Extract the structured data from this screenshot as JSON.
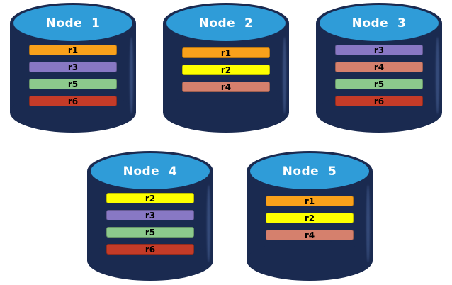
{
  "nodes": [
    {
      "id": "node-1",
      "label": "Node  1",
      "replicas": [
        "r1",
        "r3",
        "r5",
        "r6"
      ]
    },
    {
      "id": "node-2",
      "label": "Node  2",
      "replicas": [
        "r1",
        "r2",
        "r4"
      ]
    },
    {
      "id": "node-3",
      "label": "Node  3",
      "replicas": [
        "r3",
        "r4",
        "r5",
        "r6"
      ]
    },
    {
      "id": "node-4",
      "label": "Node  4",
      "replicas": [
        "r2",
        "r3",
        "r5",
        "r6"
      ]
    },
    {
      "id": "node-5",
      "label": "Node  5",
      "replicas": [
        "r1",
        "r2",
        "r4"
      ]
    }
  ],
  "replica_colors": {
    "r1": "#F9A11B",
    "r2": "#FDFF00",
    "r3": "#8878C4",
    "r4": "#D5806D",
    "r5": "#8CC98C",
    "r6": "#C43B28"
  },
  "palette": {
    "cylinder_body": "#1A2A50",
    "cylinder_top": "#2F9CD8",
    "title_text": "#FFFFFF",
    "bar_text": "#000000",
    "background": "#FFFFFF"
  }
}
